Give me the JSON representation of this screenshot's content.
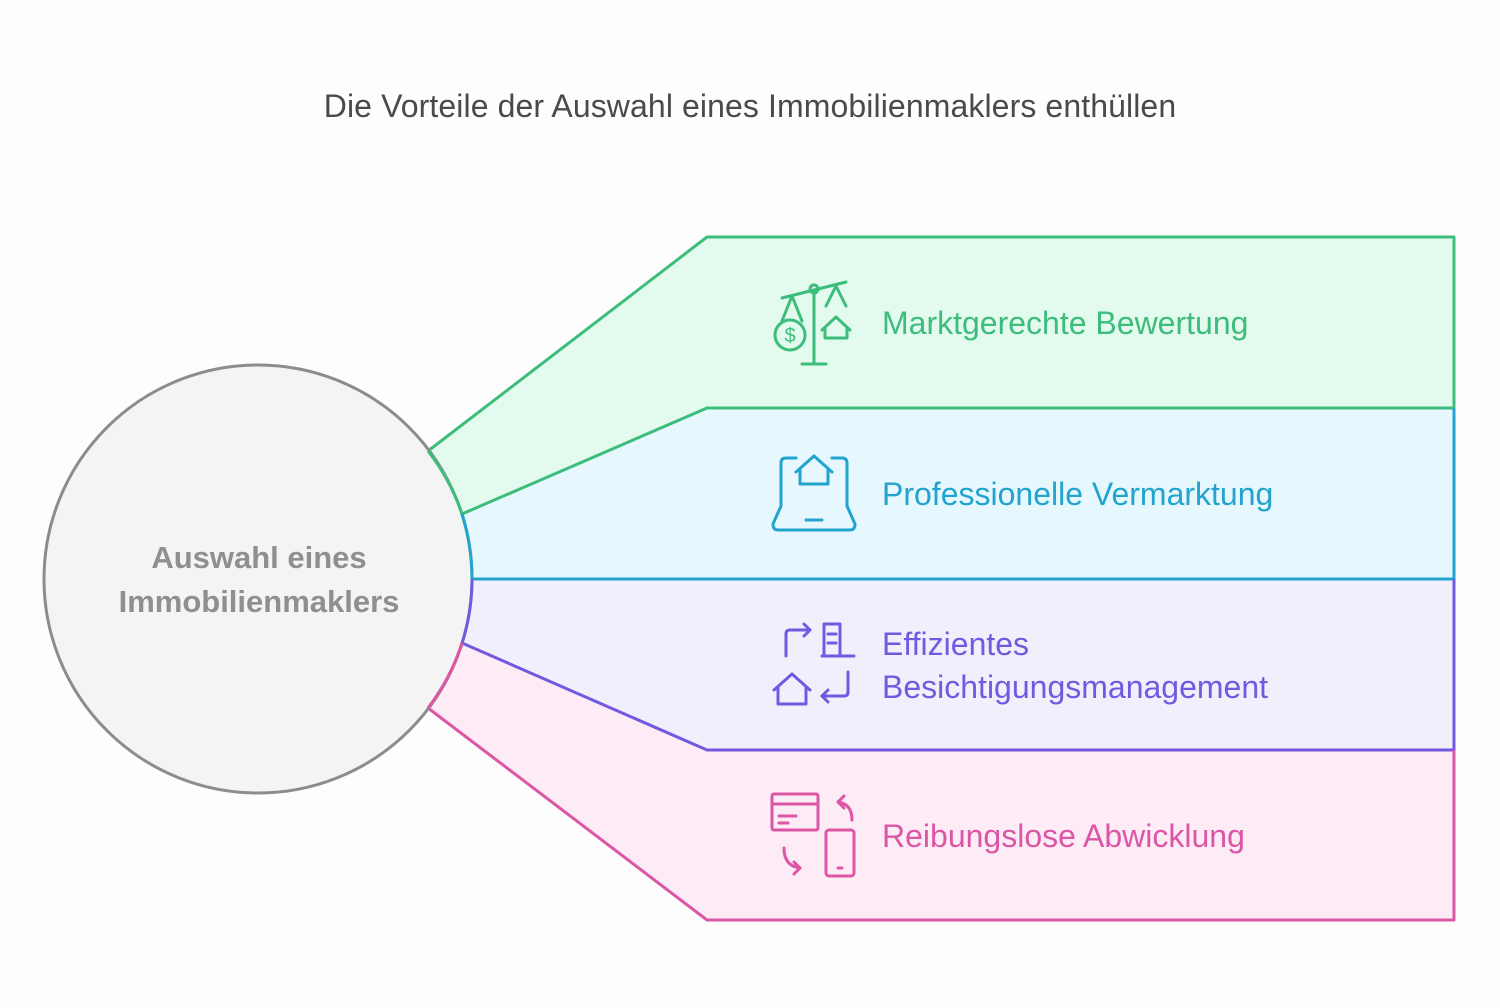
{
  "title": "Die Vorteile der Auswahl eines Immobilienmaklers enthüllen",
  "center": {
    "line1": "Auswahl eines",
    "line2": "Immobilienmaklers"
  },
  "branches": [
    {
      "line1": "Marktgerechte Bewertung",
      "line2": "",
      "icon": "scale-money-house-icon",
      "stroke": "#3dbd7b",
      "fill": "#e3faee"
    },
    {
      "line1": "Professionelle Vermarktung",
      "line2": "",
      "icon": "laptop-house-icon",
      "stroke": "#22a4cf",
      "fill": "#e6f7fd"
    },
    {
      "line1": "Effizientes",
      "line2": "Besichtigungsmanagement",
      "icon": "viewing-schedule-icon",
      "stroke": "#7259e0",
      "fill": "#f1effc"
    },
    {
      "line1": "Reibungslose Abwicklung",
      "line2": "",
      "icon": "card-phone-exchange-icon",
      "stroke": "#dc56a6",
      "fill": "#fdebf6"
    }
  ],
  "colors": {
    "circle_fill": "#f4f4f4",
    "circle_stroke": "#8c8c8c",
    "center_text": "#8f8f8f",
    "title_text": "#4a4a4a"
  }
}
